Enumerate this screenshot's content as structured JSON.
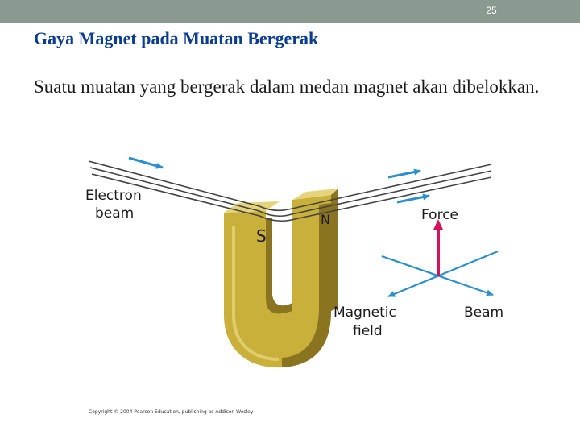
{
  "header": {
    "slide_number": "25"
  },
  "title": "Gaya Magnet pada Muatan Bergerak",
  "body_text": "Suatu muatan yang bergerak dalam medan magnet akan dibelokkan.",
  "figure": {
    "labels": {
      "electron_line1": "Electron",
      "electron_line2": "beam",
      "pole_s": "S",
      "pole_n": "N",
      "force": "Force",
      "magnetic_line1": "Magnetic",
      "magnetic_line2": "field",
      "beam": "Beam"
    },
    "colors": {
      "magnet_front": "#c9b03a",
      "magnet_dark": "#8a7420",
      "magnet_top": "#e6d47a",
      "beam_line": "#444444",
      "arrow_blue": "#2a8fd0",
      "force_arrow": "#d4145a"
    },
    "copyright": "Copyright © 2004 Pearson Education, publishing as Addison Wesley"
  }
}
